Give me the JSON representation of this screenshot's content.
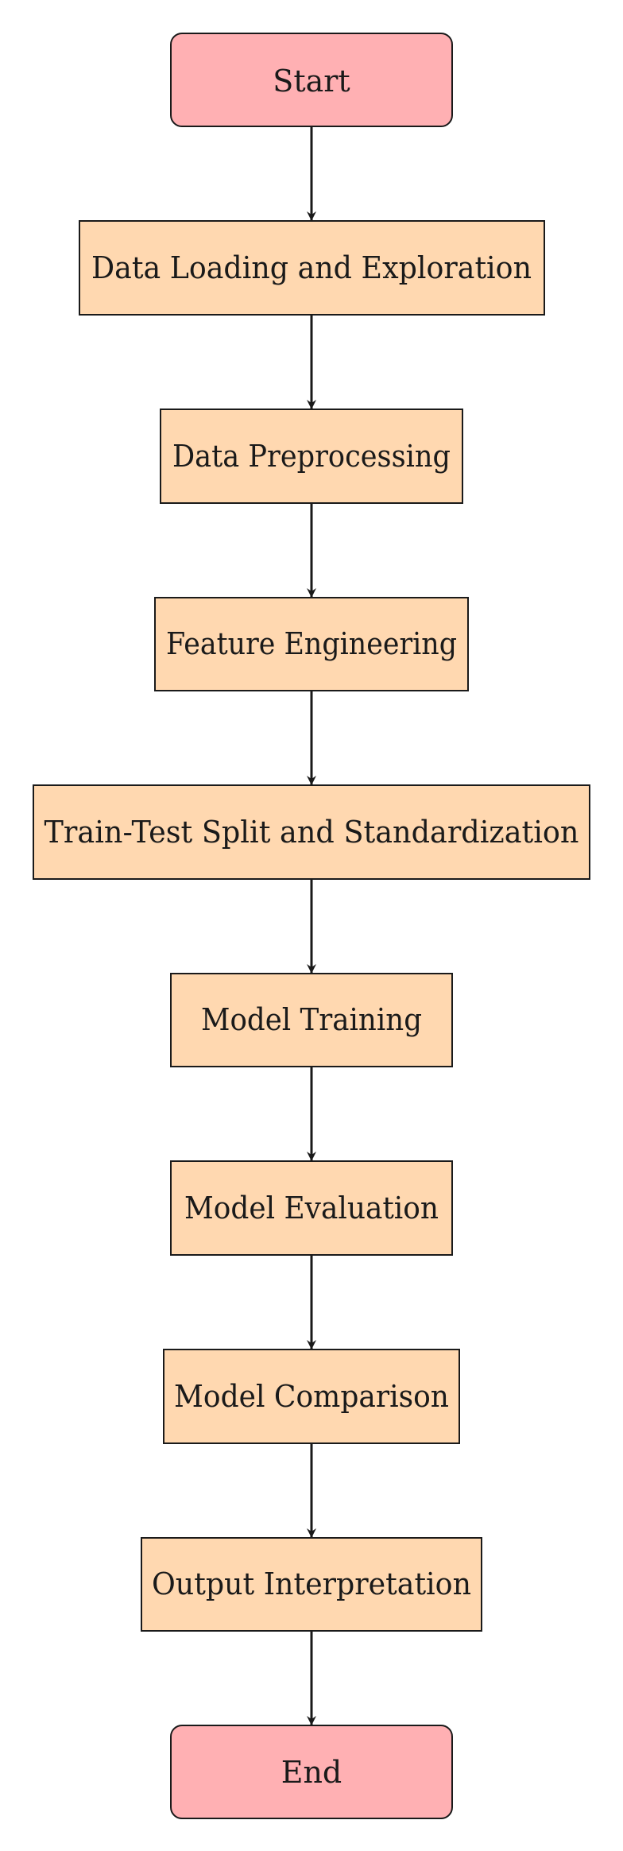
{
  "diagram": {
    "type": "flowchart",
    "direction": "top-to-bottom",
    "colors": {
      "terminal_fill": "#ffb0b3",
      "process_fill": "#ffd8b0",
      "stroke": "#1a1a1a"
    },
    "nodes": [
      {
        "id": "start",
        "label": "Start",
        "shape": "terminal"
      },
      {
        "id": "loading",
        "label": "Data Loading and Exploration",
        "shape": "process"
      },
      {
        "id": "preprocessing",
        "label": "Data Preprocessing",
        "shape": "process"
      },
      {
        "id": "features",
        "label": "Feature Engineering",
        "shape": "process"
      },
      {
        "id": "split",
        "label": "Train-Test Split and Standardization",
        "shape": "process"
      },
      {
        "id": "training",
        "label": "Model Training",
        "shape": "process"
      },
      {
        "id": "evaluation",
        "label": "Model Evaluation",
        "shape": "process"
      },
      {
        "id": "comparison",
        "label": "Model Comparison",
        "shape": "process"
      },
      {
        "id": "interpretation",
        "label": "Output Interpretation",
        "shape": "process"
      },
      {
        "id": "end",
        "label": "End",
        "shape": "terminal"
      }
    ],
    "edges": [
      {
        "from": "start",
        "to": "loading"
      },
      {
        "from": "loading",
        "to": "preprocessing"
      },
      {
        "from": "preprocessing",
        "to": "features"
      },
      {
        "from": "features",
        "to": "split"
      },
      {
        "from": "split",
        "to": "training"
      },
      {
        "from": "training",
        "to": "evaluation"
      },
      {
        "from": "evaluation",
        "to": "comparison"
      },
      {
        "from": "comparison",
        "to": "interpretation"
      },
      {
        "from": "interpretation",
        "to": "end"
      }
    ]
  }
}
